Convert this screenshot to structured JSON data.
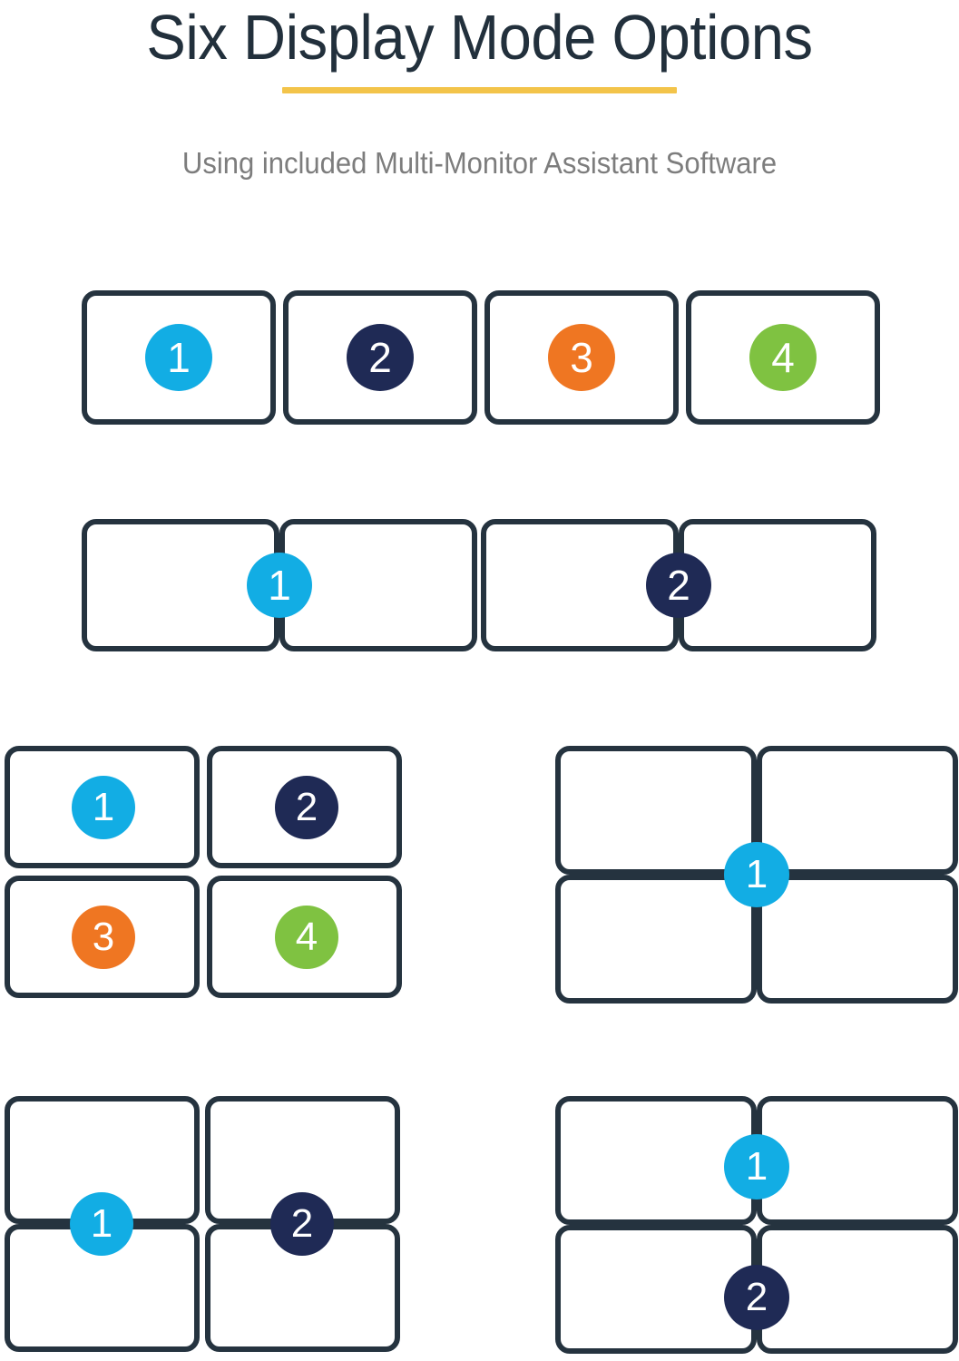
{
  "header": {
    "title": "Six Display Mode Options",
    "subtitle": "Using included Multi-Monitor Assistant Software",
    "underline_color": "#f3c44a",
    "title_color": "#22303c",
    "subtitle_color": "#7d7d7d"
  },
  "palette": {
    "panel_border": "#25333f",
    "panel_fill": "#ffffff",
    "badge_blue": "#12ade4",
    "badge_navy": "#1f2a55",
    "badge_orange": "#ef7622",
    "badge_green": "#7fc241",
    "badge_text": "#ffffff",
    "background": "#ffffff"
  },
  "modes": [
    {
      "id": "extend-four",
      "panel_count": 4,
      "arrangement": "1x4",
      "badges": [
        {
          "label": "1",
          "color": "blue"
        },
        {
          "label": "2",
          "color": "navy"
        },
        {
          "label": "3",
          "color": "orange"
        },
        {
          "label": "4",
          "color": "green"
        }
      ]
    },
    {
      "id": "span-pairs",
      "panel_count": 4,
      "arrangement": "1x4-paired",
      "badges": [
        {
          "label": "1",
          "color": "blue"
        },
        {
          "label": "2",
          "color": "navy"
        }
      ]
    },
    {
      "id": "grid-four",
      "panel_count": 4,
      "arrangement": "2x2",
      "badges": [
        {
          "label": "1",
          "color": "blue"
        },
        {
          "label": "2",
          "color": "navy"
        },
        {
          "label": "3",
          "color": "orange"
        },
        {
          "label": "4",
          "color": "green"
        }
      ]
    },
    {
      "id": "grid-span-one",
      "panel_count": 4,
      "arrangement": "2x2-single-span",
      "badges": [
        {
          "label": "1",
          "color": "blue"
        }
      ]
    },
    {
      "id": "grid-span-cols",
      "panel_count": 4,
      "arrangement": "2x2-column-spans",
      "badges": [
        {
          "label": "1",
          "color": "blue"
        },
        {
          "label": "2",
          "color": "navy"
        }
      ]
    },
    {
      "id": "grid-span-rows",
      "panel_count": 4,
      "arrangement": "2x2-row-spans",
      "badges": [
        {
          "label": "1",
          "color": "blue"
        },
        {
          "label": "2",
          "color": "navy"
        }
      ]
    }
  ]
}
